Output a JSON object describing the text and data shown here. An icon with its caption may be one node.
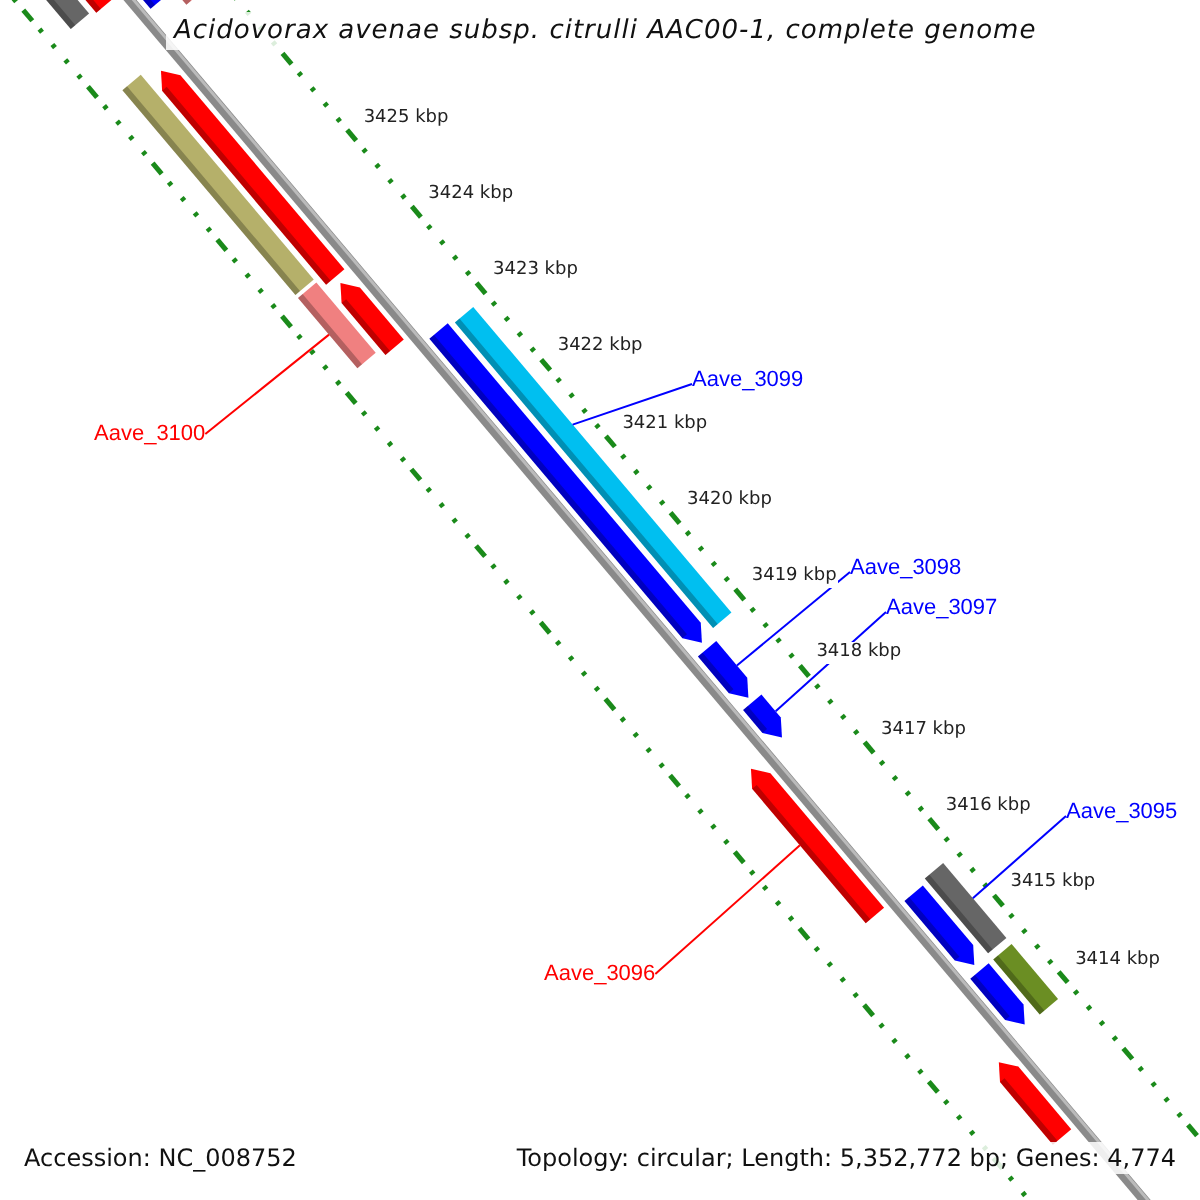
{
  "diagram": {
    "title": "Acidovorax avenae subsp. citrulli AAC00-1, complete genome",
    "nodes": [
      {
        "text": [
          "Aave_3100"
        ]
      },
      {
        "text": [
          "Aave_3099"
        ]
      },
      {
        "text": [
          "Aave_3098"
        ]
      },
      {
        "text": [
          "Aave_3097"
        ]
      },
      {
        "text": [
          "Aave_3095"
        ]
      },
      {
        "text": [
          "Aave_3096"
        ]
      },
      {
        "text": [],
        "shape": "bar"
      },
      {
        "text": [],
        "shape": "bar"
      },
      {
        "text": [],
        "shape": "bar"
      },
      {
        "text": [],
        "shape": "bar"
      },
      {
        "text": [],
        "shape": "bar"
      },
      {
        "text": [],
        "shape": "bar"
      },
      {
        "text": [],
        "shape": "bar"
      },
      {
        "text": [],
        "shape": "bar"
      },
      {
        "text": [],
        "shape": "bar"
      },
      {
        "text": [],
        "shape": "bar"
      },
      {
        "text": [],
        "shape": "bar"
      },
      {
        "text": [],
        "shape": "bar"
      },
      {
        "text": [],
        "shape": "bar"
      },
      {
        "text": [],
        "shape": "bar"
      },
      {
        "text": [],
        "shape": "bar"
      },
      {
        "text": [],
        "shape": "bar"
      },
      {
        "text": [],
        "shape": "bar"
      },
      {
        "text": [],
        "shape": "bar"
      }
    ],
    "edges": [
      {
        "from": 0,
        "to": 12,
        "arrow": "none",
        "color": "#ff0000"
      },
      {
        "from": 1,
        "to": 14,
        "arrow": "none"
      },
      {
        "from": 2,
        "to": 16,
        "arrow": "none"
      },
      {
        "from": 3,
        "to": 17,
        "arrow": "none"
      },
      {
        "from": 4,
        "to": 19,
        "arrow": "none"
      },
      {
        "from": 5,
        "to": 18,
        "arrow": "none",
        "color": "#ff0000"
      }
    ],
    "labels": [
      "3425 kbp",
      "3424 kbp",
      "3423 kbp",
      "3422 kbp",
      "3421 kbp",
      "3420 kbp",
      "3419 kbp",
      "3418 kbp",
      "3417 kbp",
      "3416 kbp",
      "3415 kbp",
      "3414 kbp",
      "Accession: NC_008752",
      "Topology: circular; Length: 5,352,772 bp; Genes: 4,774"
    ]
  }
}
